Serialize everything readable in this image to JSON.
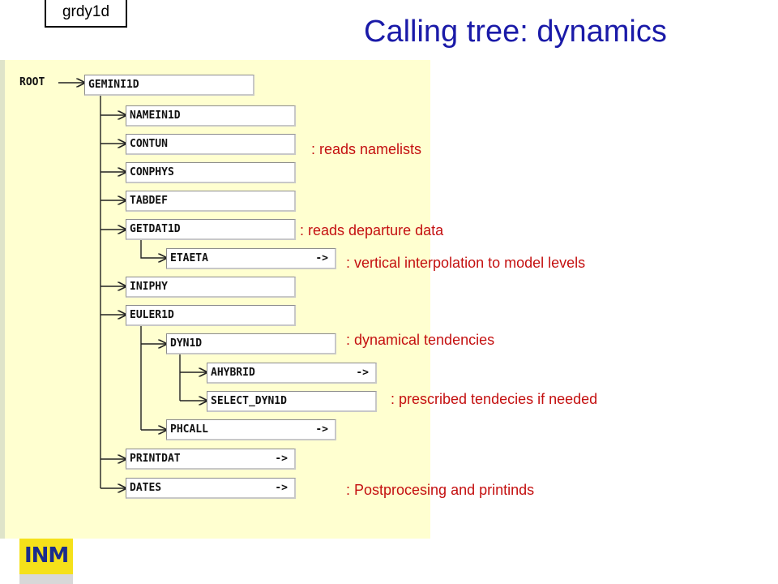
{
  "slide": {
    "tag": "grdy1d",
    "title": "Calling tree: dynamics"
  },
  "tree": {
    "root": "ROOT",
    "arrow_marker": "->",
    "nodes": {
      "gemini1d": "GEMINI1D",
      "namein1d": "NAMEIN1D",
      "contun": "CONTUN",
      "conphys": "CONPHYS",
      "tabdef": "TABDEF",
      "getdat1d": "GETDAT1D",
      "etaeta": "ETAETA",
      "iniphy": "INIPHY",
      "euler1d": "EULER1D",
      "dyn1d": "DYN1D",
      "ahybrid": "AHYBRID",
      "select_dyn1d": "SELECT_DYN1D",
      "phcall": "PHCALL",
      "printdat": "PRINTDAT",
      "dates": "DATES"
    }
  },
  "annotations": {
    "namelists": ": reads namelists",
    "departure": ": reads departure data",
    "vertical": ": vertical interpolation to model levels",
    "dynamical": ": dynamical tendencies",
    "prescribed": ": prescribed tendecies if needed",
    "postprocessing": ": Postprocesing and printinds"
  },
  "logo": {
    "text": "INM",
    "colors": {
      "background": "#f5e11a",
      "letters": "#1a2c8c"
    }
  },
  "colors": {
    "title": "#1a1aa8",
    "annotation": "#c41010",
    "panel": "#ffffd0"
  }
}
